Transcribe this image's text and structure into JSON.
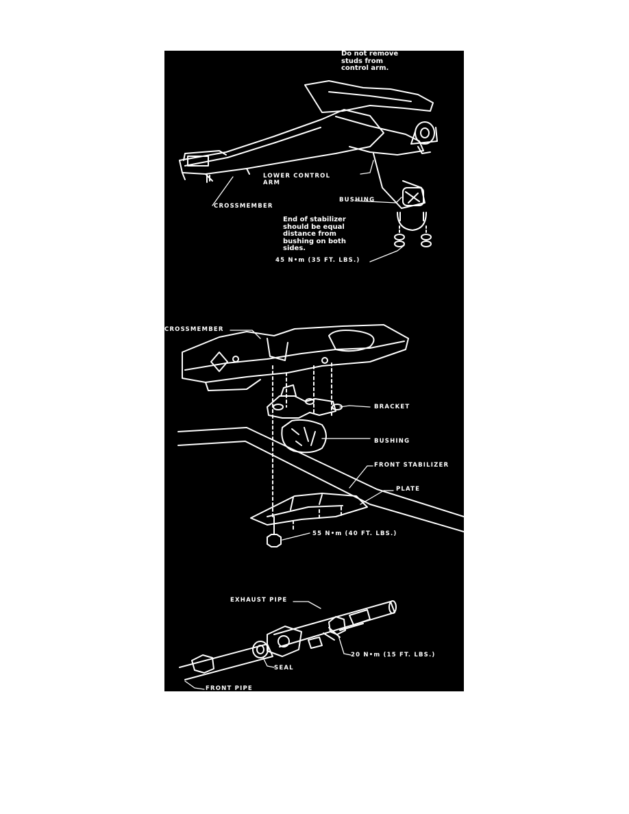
{
  "colors": {
    "page": "#ffffff",
    "panel": "#000000",
    "ink": "#ffffff"
  },
  "figure1": {
    "note_studs": "Do not remove\nstuds from\ncontrol arm.",
    "lower_control_arm": "LOWER  CONTROL\nARM",
    "bushing": "BUSHING",
    "crossmember": "CROSSMEMBER",
    "note_stabilizer": "End of stabilizer\nshould be equal\ndistance from\nbushing on both\nsides.",
    "torque": "45  N•m  (35  FT.  LBS.)"
  },
  "figure2": {
    "crossmember": "CROSSMEMBER",
    "bracket": "BRACKET",
    "bushing": "BUSHING",
    "front_stabilizer": "FRONT  STABILIZER",
    "plate": "PLATE",
    "torque": "55  N•m  (40  FT.  LBS.)"
  },
  "figure3": {
    "exhaust_pipe": "EXHAUST  PIPE",
    "seal": "SEAL",
    "torque": "20  N•m  (15  FT.  LBS.)",
    "front_pipe": "FRONT  PIPE"
  }
}
